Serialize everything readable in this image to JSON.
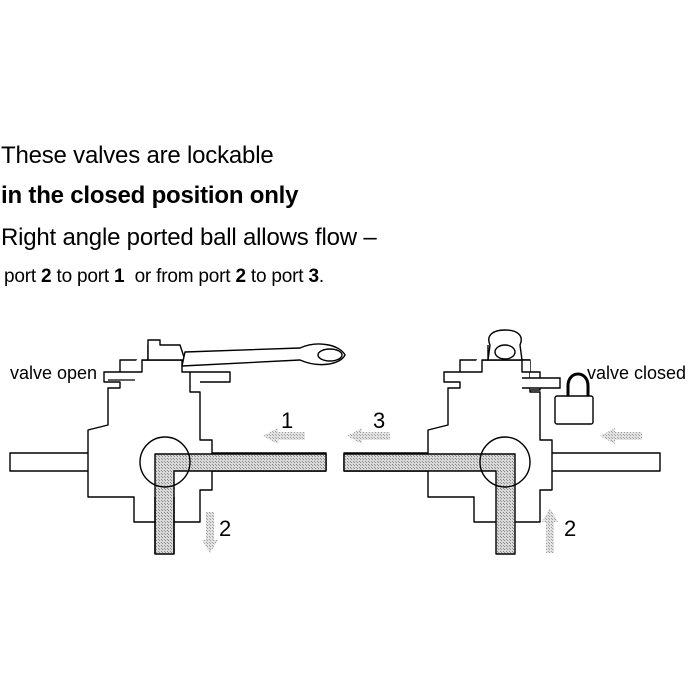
{
  "text": {
    "line1": "These valves are lockable",
    "line2": "in the closed position only",
    "line3": "Right angle ported ball allows flow –",
    "line4": {
      "p1": "port ",
      "b1": "2",
      "p2": " to port ",
      "b2": "1",
      "p3": "  or from port ",
      "b3": "2",
      "p4": " to port ",
      "b4": "3",
      "p5": "."
    }
  },
  "diagram": {
    "left_label": "valve open",
    "right_label": "valve closed",
    "left_port_horizontal": "1",
    "left_port_vertical": "2",
    "right_port_horizontal": "3",
    "right_port_vertical": "2"
  },
  "colors": {
    "outline": "#000000",
    "hatch_fill": "#bdbdbd",
    "arrow_fill": "#c4c4c4"
  }
}
